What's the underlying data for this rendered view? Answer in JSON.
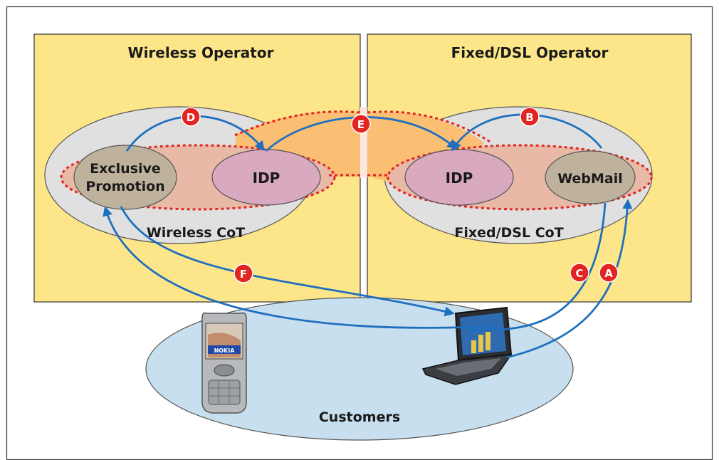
{
  "diagram": {
    "operators": {
      "wireless": {
        "title": "Wireless Operator",
        "cot_label": "Wireless CoT"
      },
      "fixed": {
        "title": "Fixed/DSL Operator",
        "cot_label": "Fixed/DSL CoT"
      }
    },
    "services": {
      "exclusive_promotion": {
        "line1": "Exclusive",
        "line2": "Promotion"
      },
      "wireless_idp": "IDP",
      "fixed_idp": "IDP",
      "webmail": "WebMail"
    },
    "customers": {
      "label": "Customers",
      "phone_brand": "NOKIA"
    },
    "steps": [
      "A",
      "B",
      "C",
      "D",
      "E",
      "F"
    ],
    "colors": {
      "operator_fill": "#fde689",
      "cot_fill": "#e0e0e0",
      "trust_zone": "#e8b9a6",
      "federation_zone": "#fbbf73",
      "idp_fill": "#d8a9bf",
      "service_fill": "#bfb29d",
      "customers_fill": "#c7dfee",
      "arrow": "#1f6fbf",
      "step_badge": "#e32420",
      "dashed_border": "#e32420"
    }
  }
}
